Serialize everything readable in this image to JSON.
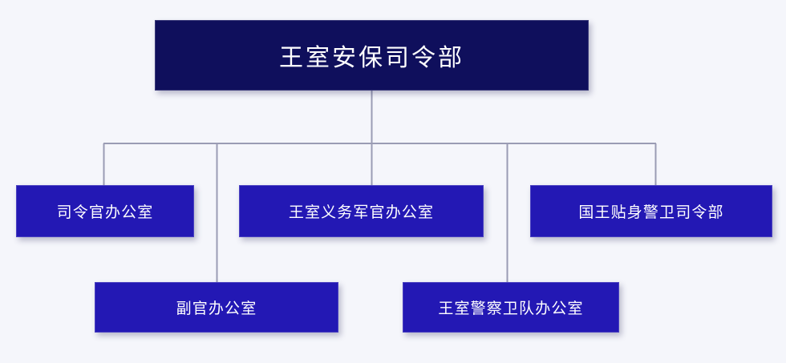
{
  "chart": {
    "title_node": "王室安保司令部",
    "type": "org-chart",
    "background_color": "#f5f6fb",
    "root_color": "#0f0f5c",
    "branch_color": "#2318b4",
    "line_color": "#9a9cb4",
    "text_color": "#ffffff",
    "nodes": {
      "root": "王室安保司令部",
      "commander_office": "司令官办公室",
      "royal_duty_officer_office": "王室义务军官办公室",
      "kings_bodyguard_command": "国王贴身警卫司令部",
      "adjutant_office": "副官办公室",
      "royal_police_guard_office": "王室警察卫队办公室"
    }
  }
}
